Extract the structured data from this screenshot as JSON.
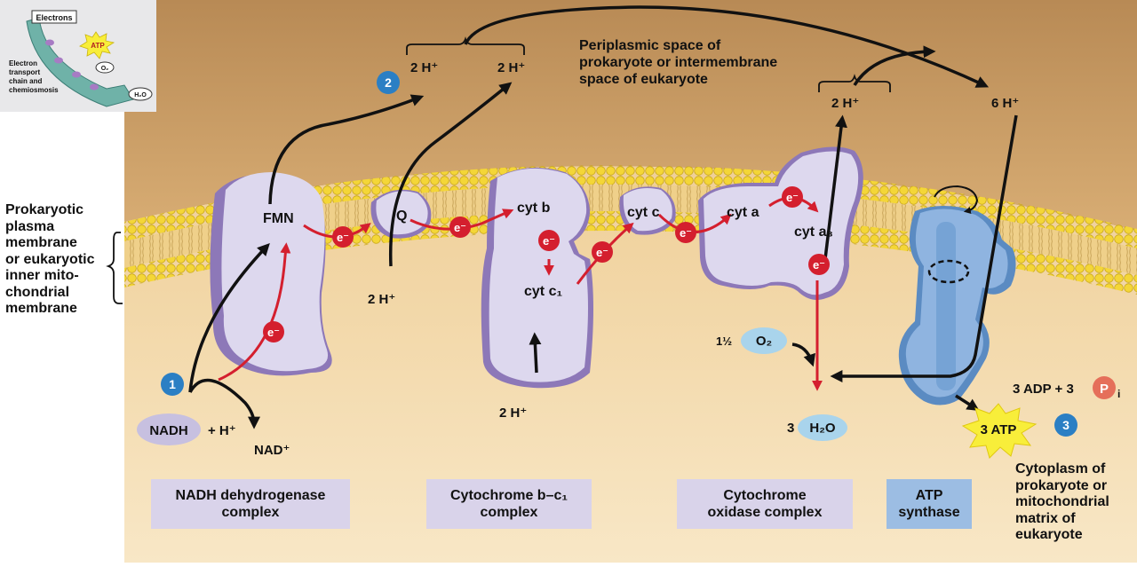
{
  "inset": {
    "electrons_label": "Electrons",
    "atp_label": "ATP",
    "o2_label": "O₂",
    "h2o_label": "H₂O",
    "caption_lines": [
      "Electron",
      "transport",
      "chain and",
      "chemiosmosis"
    ]
  },
  "top_label_lines": [
    "Periplasmic space of",
    "prokaryote or intermembrane",
    "space of eukaryote"
  ],
  "side_label_lines": [
    "Prokaryotic",
    "plasma",
    "membrane",
    "or eukaryotic",
    "inner mito-",
    "chondrial",
    "membrane"
  ],
  "cytoplasm_label_lines": [
    "Cytoplasm of",
    "prokaryote or",
    "mitochondrial",
    "matrix of",
    "eukaryote"
  ],
  "steps": {
    "one": "1",
    "two": "2",
    "three": "3"
  },
  "protons": {
    "top_left": "2 H⁺",
    "top_mid": "2 H⁺",
    "top_right": "2 H⁺",
    "six": "6 H⁺",
    "below_q": "2 H⁺",
    "bottom_cyt": "2 H⁺"
  },
  "carriers": {
    "fmn": "FMN",
    "q": "Q",
    "cyt_b": "cyt b",
    "cyt_c1": "cyt c₁",
    "cyt_c": "cyt c",
    "cyt_a": "cyt a",
    "cyt_a3": "cyt a₃"
  },
  "electron": "e⁻",
  "reactants": {
    "nadh": "NADH",
    "plus_h": "+ H⁺",
    "nad": "NAD⁺",
    "o2_coef": "1½",
    "o2": "O₂",
    "h2o_coef": "3",
    "h2o": "H₂O",
    "adp": "3 ADP + 3",
    "p": "P",
    "p_sub": "i",
    "atp_product": "3 ATP"
  },
  "boxes": {
    "nadh_complex": [
      "NADH dehydrogenase",
      "complex"
    ],
    "cyt_bc1": [
      "Cytochrome b–c₁",
      "complex"
    ],
    "cyt_oxidase": [
      "Cytochrome",
      "oxidase complex"
    ],
    "atp_synthase": [
      "ATP",
      "synthase"
    ]
  },
  "colors": {
    "periplasm": "#c9995e",
    "cytoplasm": "#f3dcb0",
    "lipid_head": "#f2d233",
    "protein": "#ddd8ee",
    "protein_shade": "#8d78b8",
    "atp_synthase": "#6f9fd2",
    "electron_red": "#d41f2e",
    "step_circle": "#2b7fc4"
  }
}
